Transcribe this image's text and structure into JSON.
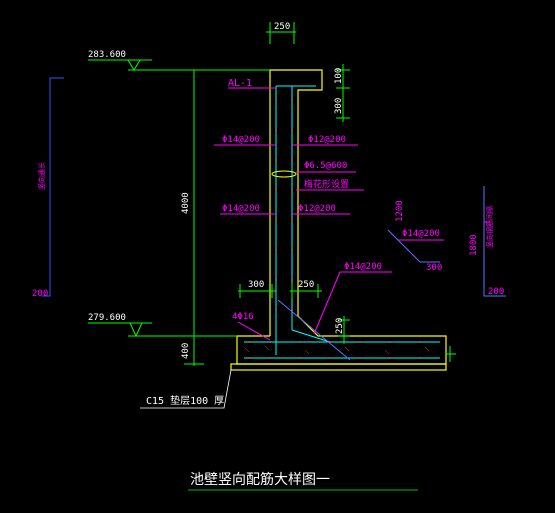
{
  "drawing": {
    "title": "池壁竖向配筋大样图一",
    "dim_top_width": "250",
    "elev_top": "283.600",
    "elev_bottom": "279.600",
    "dim_height": "4000",
    "dim_base": "400",
    "dim_top_100": "100",
    "dim_top_300": "300",
    "label_al": "AL-1",
    "rebar_outer_top": "Φ14@200",
    "rebar_inner_top": "Φ12@200",
    "tie_bar": "Φ6.5@600",
    "tie_note": "梅花形设置",
    "rebar_outer_mid": "Φ14@200",
    "rebar_inner_mid": "Φ12@200",
    "rebar_haunch": "Φ14@200",
    "dim_haunch_300": "300",
    "dim_haunch_250": "250",
    "dim_slab_250": "250",
    "corner_bars": "4Φ16",
    "cushion_note": "C15  垫层100  厚",
    "left_vertical_note": "竖向通长",
    "left_bottom_num": "200",
    "right_1200": "1200",
    "right_rebar": "Φ14@200",
    "right_300": "300",
    "right_1800": "1800",
    "right_vertical_note": "竖向钢筋间隔",
    "right_200": "200"
  },
  "colors": {
    "background": "#000000",
    "concrete": "#ffff00",
    "rebar": "#00ffff",
    "dimension": "#00ff00",
    "label": "#ff00ff",
    "text": "#ffffff",
    "hatch": "#ff3333"
  }
}
